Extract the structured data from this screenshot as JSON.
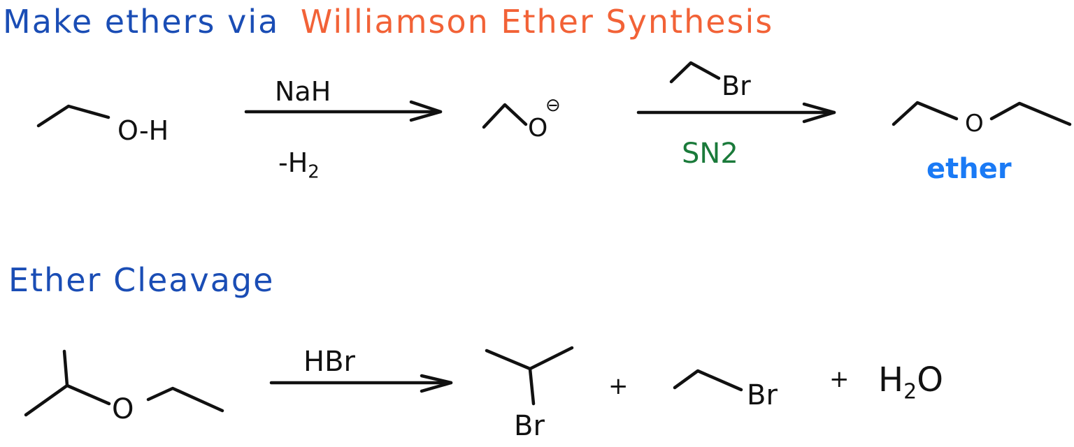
{
  "section1": {
    "title_prefix": "Make ethers via",
    "title_highlight": "Williamson Ether Synthesis",
    "reactant_label": "O-H",
    "step1_reagent": "NaH",
    "step1_byproduct": "-H",
    "step1_byproduct_sub": "2",
    "intermediate_atom": "O",
    "intermediate_charge": "⊖",
    "step2_reagent_atom": "Br",
    "step2_mechanism": "SN2",
    "product_atom": "O",
    "product_label": "ether"
  },
  "section2": {
    "title": "Ether Cleavage",
    "reactant_atom": "O",
    "reagent": "HBr",
    "product1_atom": "Br",
    "plus1": "+",
    "product2_atom": "Br",
    "plus2": "+",
    "product3": "H",
    "product3_sub": "2",
    "product3_tail": "O"
  },
  "colors": {
    "title_blue": "#1a4db5",
    "highlight_orange": "#f26237",
    "mechanism_green": "#1a7a3a",
    "label_blue": "#1a7af5",
    "ink": "#111111"
  }
}
